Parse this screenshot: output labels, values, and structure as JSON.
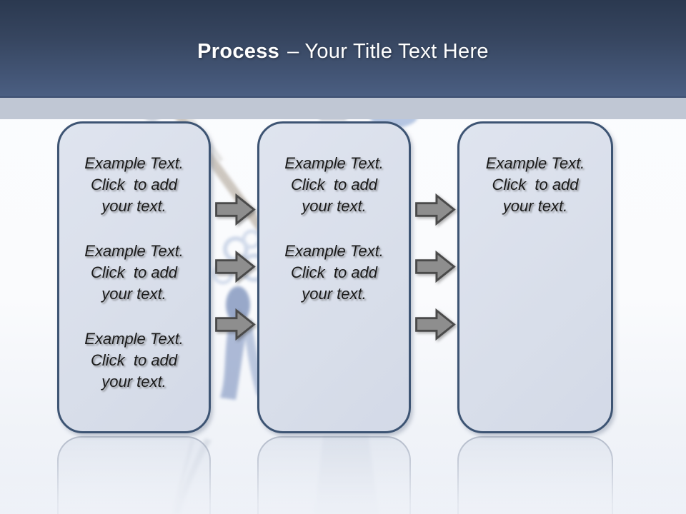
{
  "title": {
    "keyword": "Process",
    "rest": "– Your Title Text Here"
  },
  "columns": [
    {
      "name": "step-1",
      "blocks": [
        {
          "lines": [
            "Example Text.",
            "Click  to add",
            "your text."
          ]
        },
        {
          "lines": [
            "Example Text.",
            "Click  to add",
            "your text."
          ]
        },
        {
          "lines": [
            "Example Text.",
            "Click  to add",
            "your text."
          ]
        }
      ]
    },
    {
      "name": "step-2",
      "blocks": [
        {
          "lines": [
            "Example Text.",
            "Click  to add",
            "your text."
          ]
        },
        {
          "lines": [
            "Example Text.",
            "Click  to add",
            "your text."
          ]
        }
      ]
    },
    {
      "name": "step-3",
      "blocks": [
        {
          "lines": [
            "Example Text.",
            "Click  to add",
            "your text."
          ]
        }
      ]
    }
  ],
  "arrows": {
    "icon": "right-block-arrow",
    "between_step_1_and_2": 3,
    "between_step_2_and_3": 3
  },
  "colors": {
    "header_top": "#2b3950",
    "header_bottom": "#4b5f83",
    "accent_band": "#c0c7d4",
    "box_fill": "#d9dfeb",
    "box_border": "#3d5473",
    "arrow_fill": "#8e8e8e",
    "arrow_outline": "#4a4a4a",
    "title_color": "#ffffff",
    "body_text": "#1a1a1a"
  }
}
